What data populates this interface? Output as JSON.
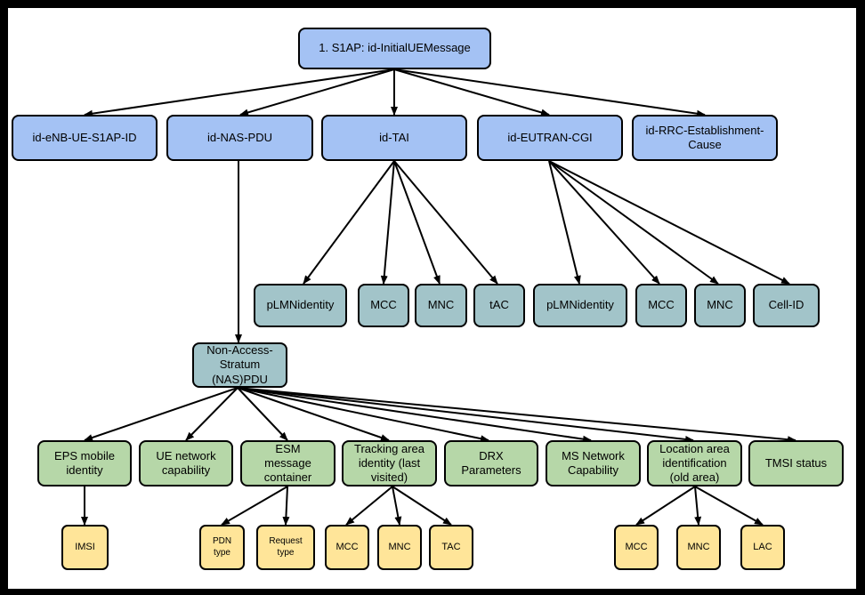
{
  "nodes": {
    "root": "1. S1AP: id-InitialUEMessage",
    "enb": "id-eNB-UE-S1AP-ID",
    "naspdu": "id-NAS-PDU",
    "tai": "id-TAI",
    "eutran": "id-EUTRAN-CGI",
    "rrc": "id-RRC-Establishment-\nCause",
    "tai_plmn": "pLMNidentity",
    "tai_mcc": "MCC",
    "tai_mnc": "MNC",
    "tai_tac": "tAC",
    "cgi_plmn": "pLMNidentity",
    "cgi_mcc": "MCC",
    "cgi_mnc": "MNC",
    "cgi_cellid": "Cell-ID",
    "nas": "Non-Access-\nStratum\n(NAS)PDU",
    "eps": "EPS mobile\nidentity",
    "uecap": "UE network\ncapability",
    "esm": "ESM\nmessage\ncontainer",
    "tracking": "Tracking area\nidentity (last\nvisited)",
    "drx": "DRX\nParameters",
    "msnet": "MS Network\nCapability",
    "lai": "Location area\nidentification\n(old area)",
    "tmsi": "TMSI status",
    "imsi": "IMSI",
    "pdn": "PDN\ntype",
    "reqtype": "Request\ntype",
    "ta_mcc": "MCC",
    "ta_mnc": "MNC",
    "ta_tac": "TAC",
    "la_mcc": "MCC",
    "la_mnc": "MNC",
    "la_lac": "LAC"
  },
  "colors": {
    "s1ap_ie": "#a4c2f4",
    "sub_ie": "#a2c4c9",
    "nas_ie": "#b6d7a8",
    "leaf": "#ffe599"
  }
}
